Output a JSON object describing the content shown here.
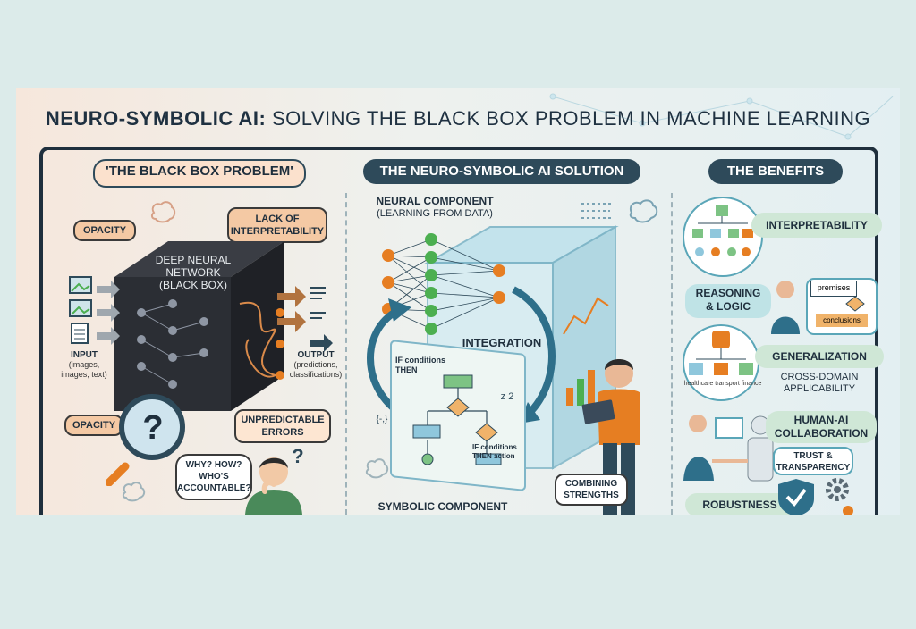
{
  "title": {
    "dark": "NEURO-SYMBOLIC AI:",
    "rest": "SOLVING THE BLACK BOX PROBLEM IN MACHINE LEARNING"
  },
  "left": {
    "header": "'THE BLACK BOX PROBLEM'",
    "opacity_top": "OPACITY",
    "lack_line1": "LACK OF",
    "lack_line2": "INTERPRETABILITY",
    "box_line1": "DEEP NEURAL",
    "box_line2": "NETWORK",
    "box_line3": "(BLACK BOX)",
    "input_title": "INPUT",
    "input_line1": "(images,",
    "input_line2": "images, text)",
    "output_title": "OUTPUT",
    "output_line1": "(predictions,",
    "output_line2": "classifications)",
    "opacity_bottom": "OPACITY",
    "errors_line1": "UNPREDICTABLE",
    "errors_line2": "ERRORS",
    "speech_line1": "WHY? HOW?",
    "speech_line2": "WHO'S",
    "speech_line3": "ACCOUNTABLE?",
    "question_mark": "?",
    "thinker_mark": "?"
  },
  "middle": {
    "header": "THE NEURO-SYMBOLIC AI SOLUTION",
    "neural_line1": "NEURAL COMPONENT",
    "neural_line2": "(LEARNING FROM DATA)",
    "integration": "INTEGRATION",
    "if_label": "IF conditions",
    "then_label": "THEN",
    "if_label2": "IF conditions",
    "then_label2": "THEN action",
    "combining_line1": "COMBINING",
    "combining_line2": "STRENGTHS",
    "symbolic": "SYMBOLIC COMPONENT",
    "z2": "z 2",
    "bracket": "{-,}"
  },
  "right": {
    "header": "THE BENEFITS",
    "interpretability": "INTERPRETABILITY",
    "reasoning_line1": "REASONING",
    "reasoning_line2": "& LOGIC",
    "premises": "premises",
    "conclusions": "conclusions",
    "generalization": "GENERALIZATION",
    "cross_line1": "CROSS-DOMAIN",
    "cross_line2": "APPLICABILITY",
    "healthcare": "healthcare",
    "transport": "transport",
    "finance": "finance",
    "hai_line1": "HUMAN-AI",
    "hai_line2": "COLLABORATION",
    "trust_line1": "TRUST &",
    "trust_line2": "TRANSPARENCY",
    "robustness": "ROBUSTNESS"
  },
  "colors": {
    "navy": "#1f2f3d",
    "orange": "#e67e22",
    "green": "#4caf50",
    "teal": "#5aa6b8",
    "accent": "#2e4a5a"
  }
}
